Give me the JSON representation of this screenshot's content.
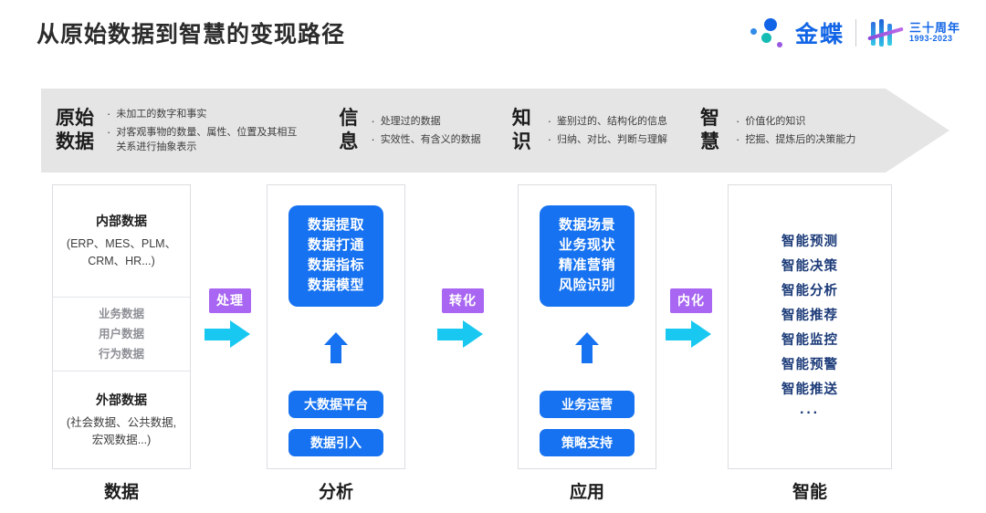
{
  "header": {
    "title": "从原始数据到智慧的变现路径",
    "brand_name": "金蝶",
    "anniversary_cn": "三十周年",
    "anniversary_years": "1993-2023"
  },
  "banner": {
    "segments": [
      {
        "title": "原始\n数据",
        "items": [
          "未加工的数字和事实",
          "对客观事物的数量、属性、位置及其相互关系进行抽象表示"
        ]
      },
      {
        "title": "信\n息",
        "items": [
          "处理过的数据",
          "实效性、有含义的数据"
        ]
      },
      {
        "title": "知\n识",
        "items": [
          "鉴别过的、结构化的信息",
          "归纳、对比、判断与理解"
        ]
      },
      {
        "title": "智\n慧",
        "items": [
          "价值化的知识",
          "挖掘、提炼后的决策能力"
        ]
      }
    ],
    "bullet": "·"
  },
  "columns": {
    "data": {
      "label": "数据",
      "internal_head": "内部数据",
      "internal_sub": "(ERP、MES、PLM、\nCRM、HR...)",
      "middle_items": [
        "业务数据",
        "用户数据",
        "行为数据"
      ],
      "external_head": "外部数据",
      "external_sub": "(社会数据、公共数据,\n宏观数据...)"
    },
    "analysis": {
      "label": "分析",
      "box_lines": "数据提取\n数据打通\n数据指标\n数据模型",
      "pill_first": "大数据平台",
      "pill_second": "数据引入"
    },
    "application": {
      "label": "应用",
      "box_lines": "数据场景\n业务现状\n精准营销\n风险识别",
      "pill_first": "业务运营",
      "pill_second": "策略支持"
    },
    "intelligence": {
      "label": "智能",
      "items": [
        "智能预测",
        "智能决策",
        "智能分析",
        "智能推荐",
        "智能监控",
        "智能预警",
        "智能推送"
      ],
      "ellipsis": "···"
    }
  },
  "connectors": [
    {
      "label": "处理"
    },
    {
      "label": "转化"
    },
    {
      "label": "内化"
    }
  ],
  "colors": {
    "accent_blue": "#1672f0",
    "navy": "#1b3a78",
    "purple": "#a866f2",
    "cyan": "#18c8f0",
    "banner_bg": "#e5e5e5",
    "brand_blue": "#1265e6"
  }
}
